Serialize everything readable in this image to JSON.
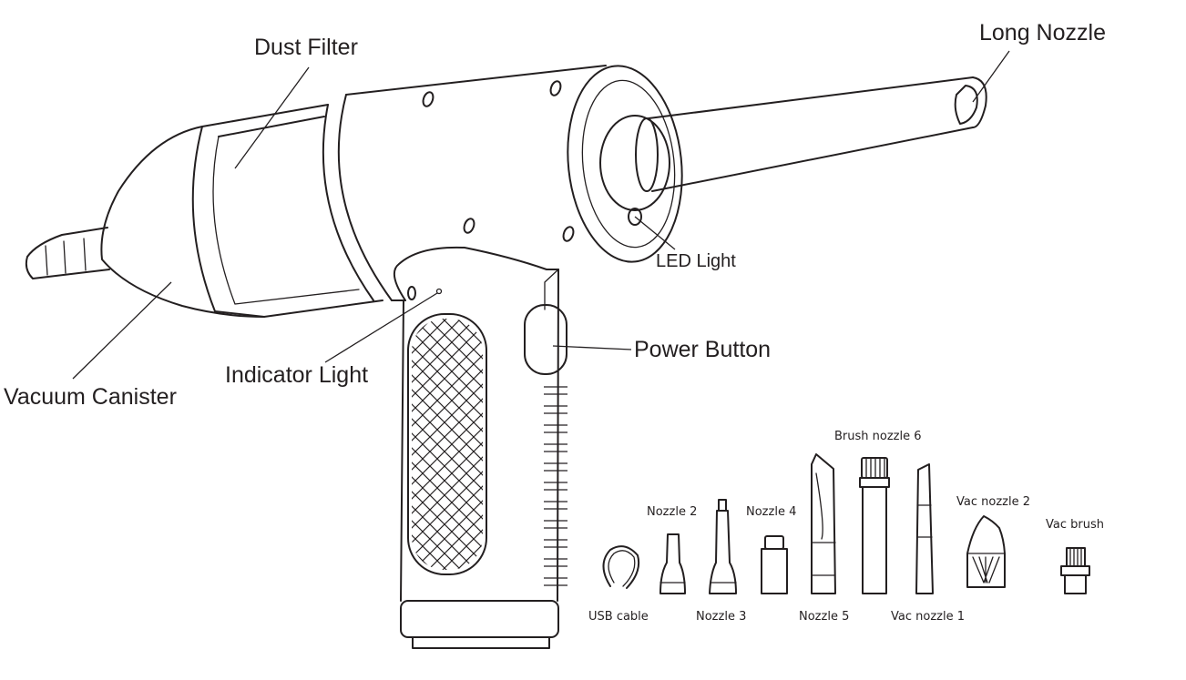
{
  "callouts": {
    "dust_filter": "Dust Filter",
    "long_nozzle": "Long Nozzle",
    "led_light": "LED Light",
    "power_button": "Power Button",
    "indicator_light": "Indicator Light",
    "vacuum_canister": "Vacuum Canister"
  },
  "accessories": [
    {
      "id": "usb",
      "label": "USB cable"
    },
    {
      "id": "n2",
      "label": "Nozzle 2"
    },
    {
      "id": "n3",
      "label": "Nozzle 3"
    },
    {
      "id": "n4",
      "label": "Nozzle 4"
    },
    {
      "id": "n5",
      "label": "Nozzle 5"
    },
    {
      "id": "b6",
      "label": "Brush nozzle 6"
    },
    {
      "id": "v1",
      "label": "Vac nozzle 1"
    },
    {
      "id": "v2",
      "label": "Vac nozzle 2"
    },
    {
      "id": "vb",
      "label": "Vac brush"
    }
  ],
  "colors": {
    "ink": "#231f20",
    "background": "#ffffff"
  }
}
